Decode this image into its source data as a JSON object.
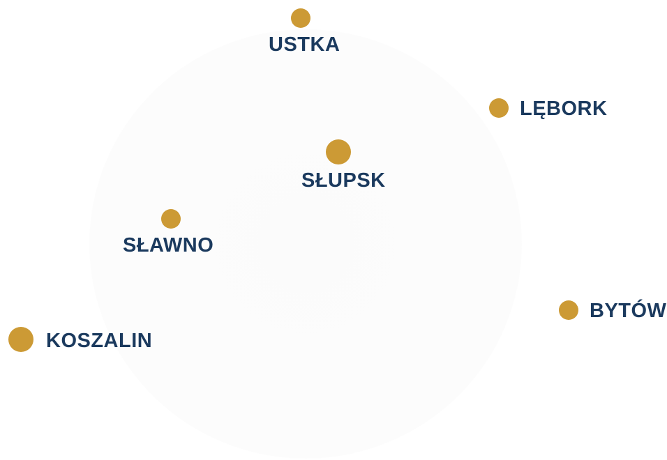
{
  "colors": {
    "marker": "#cc9a35",
    "label": "#1b3a5e"
  },
  "cities": [
    {
      "id": "ustka",
      "name": "USTKA",
      "marker": "small"
    },
    {
      "id": "lebork",
      "name": "LĘBORK",
      "marker": "small"
    },
    {
      "id": "slupsk",
      "name": "SŁUPSK",
      "marker": "large"
    },
    {
      "id": "slawno",
      "name": "SŁAWNO",
      "marker": "small"
    },
    {
      "id": "bytow",
      "name": "BYTÓW",
      "marker": "small"
    },
    {
      "id": "koszalin",
      "name": "KOSZALIN",
      "marker": "large"
    }
  ]
}
